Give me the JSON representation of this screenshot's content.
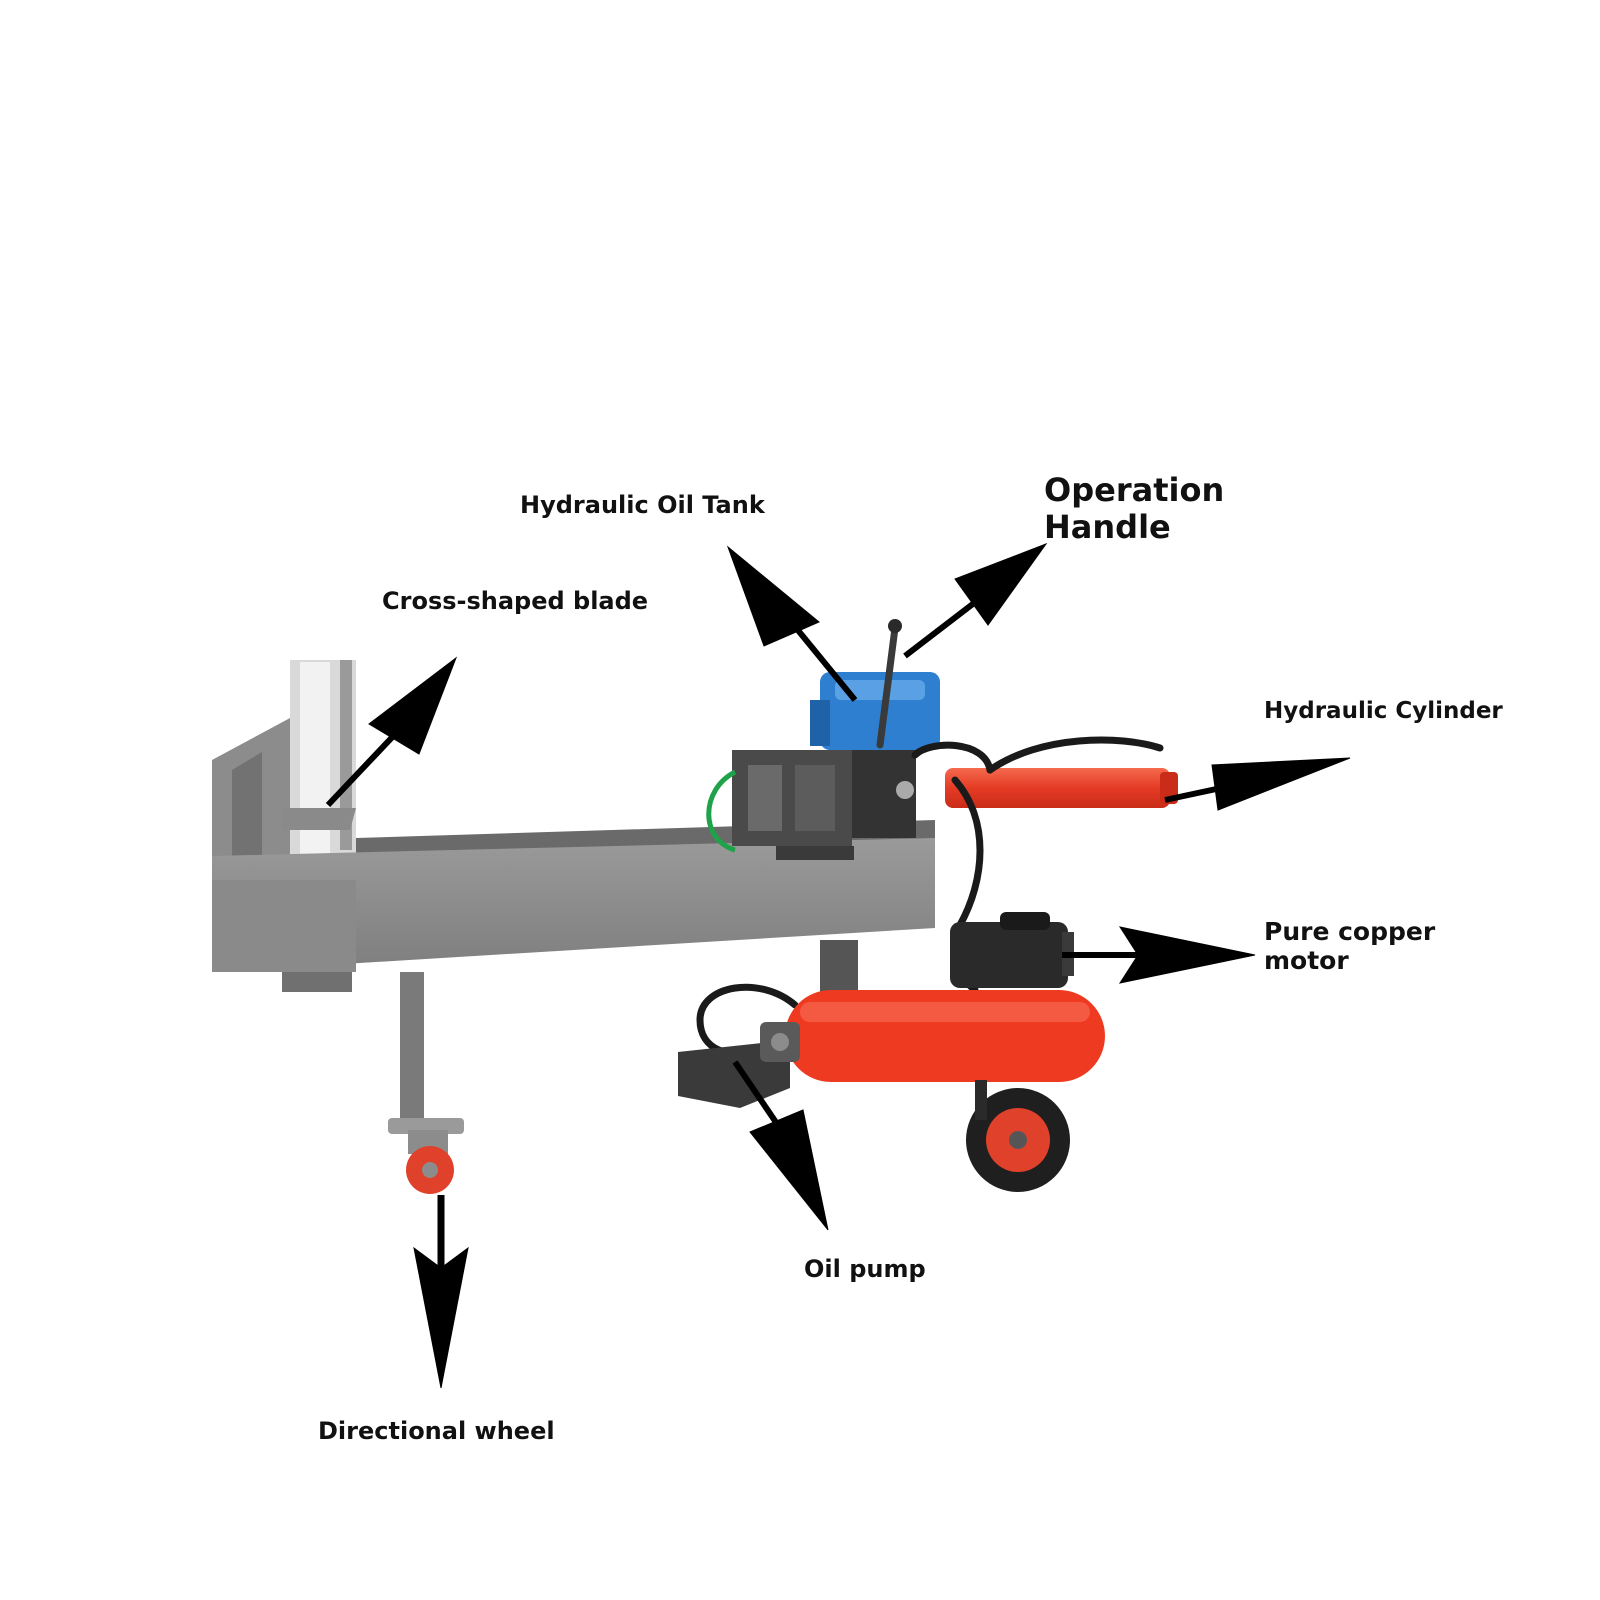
{
  "labels": {
    "hydraulic_oil_tank": "Hydraulic Oil Tank",
    "operation_handle_line1": "Operation",
    "operation_handle_line2": "Handle",
    "cross_shaped_blade": "Cross-shaped blade",
    "hydraulic_cylinder": "Hydraulic Cylinder",
    "pure_copper_motor_line1": "Pure copper",
    "pure_copper_motor_line2": "motor",
    "oil_pump": "Oil pump",
    "directional_wheel": "Directional wheel"
  },
  "colors": {
    "background": "#ffffff",
    "frame_steel": "#8e8e8e",
    "frame_dark": "#6f6f6f",
    "tank_blue": "#2f7fd0",
    "cylinder_red": "#e8422b",
    "belt_guard_red": "#ef3a22",
    "motor_black": "#2a2a2a",
    "arrow": "#000000",
    "label_text": "#111111"
  },
  "arrow_icon": "arrow-icon"
}
